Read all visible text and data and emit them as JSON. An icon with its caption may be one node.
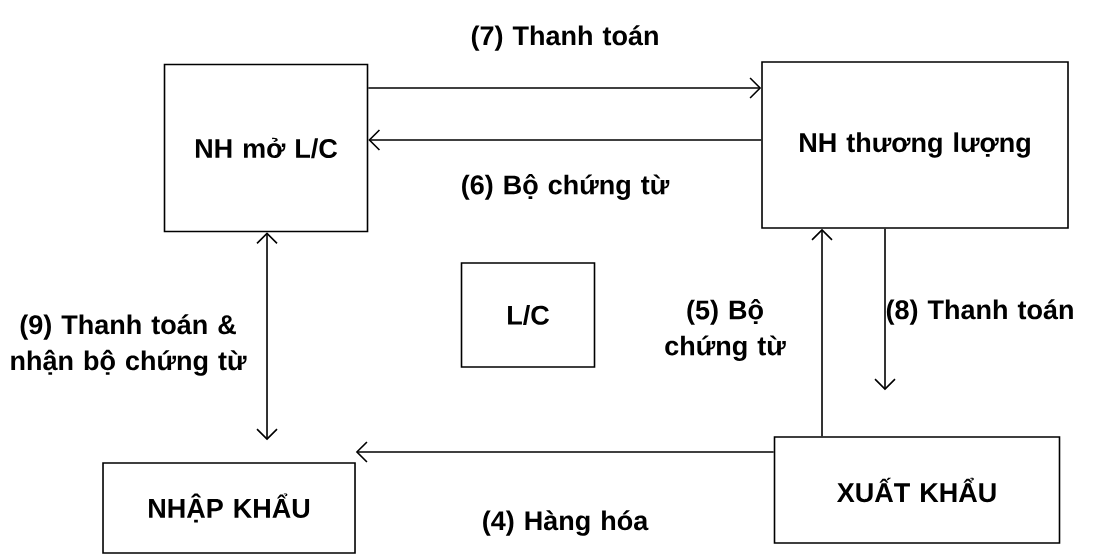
{
  "diagram": {
    "nodes": [
      {
        "text": [
          "NH mở L/C"
        ]
      },
      {
        "text": [
          "NH thương lượng"
        ]
      },
      {
        "text": [
          "L/C"
        ]
      },
      {
        "text": [
          "XUẤT KHẨU"
        ]
      },
      {
        "text": [
          "NHẬP KHẨU"
        ]
      }
    ],
    "edges": [
      {
        "from": 0,
        "to": 1,
        "arrow": "to",
        "label": "(7) Thanh toán"
      },
      {
        "from": 1,
        "to": 0,
        "arrow": "to",
        "label": "(6) Bộ chứng từ"
      },
      {
        "from": 0,
        "to": 4,
        "arrow": "both",
        "label": "(9) Thanh toán & nhận bộ chứng từ"
      },
      {
        "from": 3,
        "to": 1,
        "arrow": "to",
        "label": "(5) Bộ chứng từ"
      },
      {
        "from": 1,
        "to": 3,
        "arrow": "to",
        "label": "(8) Thanh toán"
      },
      {
        "from": 3,
        "to": 4,
        "arrow": "to",
        "label": "(4) Hàng hóa"
      }
    ]
  }
}
